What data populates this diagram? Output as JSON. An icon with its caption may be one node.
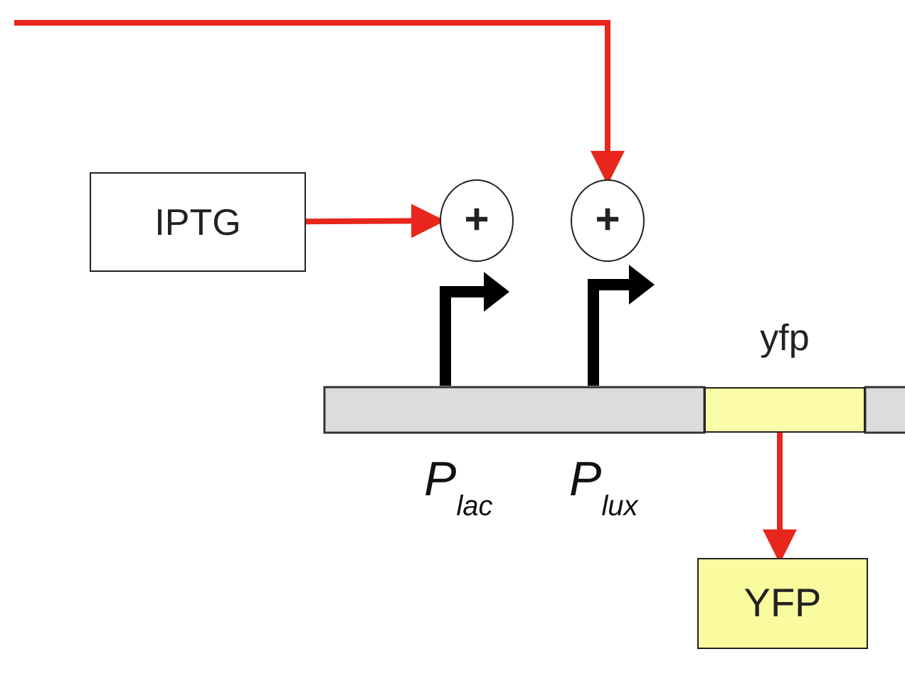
{
  "diagram": {
    "nodes": [
      {
        "text": [
          "IPTG"
        ]
      },
      {
        "text": [
          "+"
        ]
      },
      {
        "text": [
          "+"
        ]
      },
      {
        "text": [],
        "shape": "bar",
        "beside": [
          "yfp"
        ]
      },
      {
        "text": [
          "YFP"
        ]
      }
    ],
    "edges": [
      {
        "from": 0,
        "to": 1,
        "arrow": "to"
      },
      {
        "from": null,
        "to": 2,
        "arrow": "to"
      },
      {
        "from": 3,
        "to": 4,
        "arrow": "to"
      }
    ],
    "labels": [
      "P$_{lac}$",
      "P$_{lux}$"
    ]
  }
}
